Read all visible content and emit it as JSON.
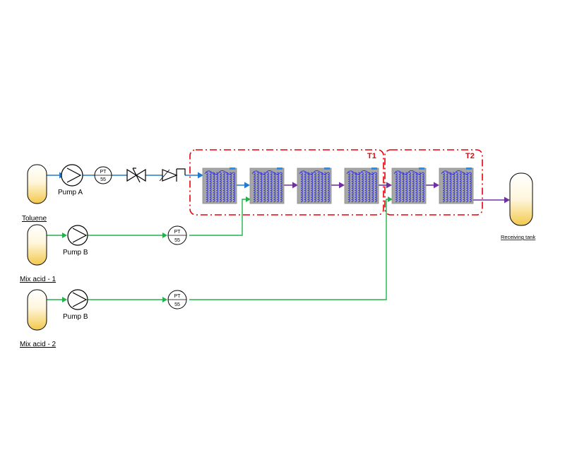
{
  "colors": {
    "toluene_line": "#1f7bd1",
    "acid_line": "#22b24c",
    "product_line": "#7030a0",
    "zone_border": "#e8000b",
    "tank_fill_top": "#ffffff",
    "tank_fill_bottom": "#f2c94c",
    "reactor_bg": "#a6a6a6",
    "reactor_coil": "#3b3bd6"
  },
  "sources": [
    {
      "label": "Toluene",
      "pump_label": "Pump A",
      "pt_label": "PT",
      "pt_value": "55"
    },
    {
      "label": "Mix acid - 1",
      "pump_label": "Pump B",
      "pt_label": "PT",
      "pt_value": "55"
    },
    {
      "label": "Mix acid - 2",
      "pump_label": "Pump B",
      "pt_label": "PT",
      "pt_value": "55"
    }
  ],
  "zones": [
    {
      "label": "T1",
      "reactor_count": 4
    },
    {
      "label": "T2",
      "reactor_count": 2
    }
  ],
  "components": {
    "valve": "gate-valve-icon",
    "check_valve": "check-valve-icon"
  },
  "receiver": {
    "label": "Receiving tank"
  }
}
